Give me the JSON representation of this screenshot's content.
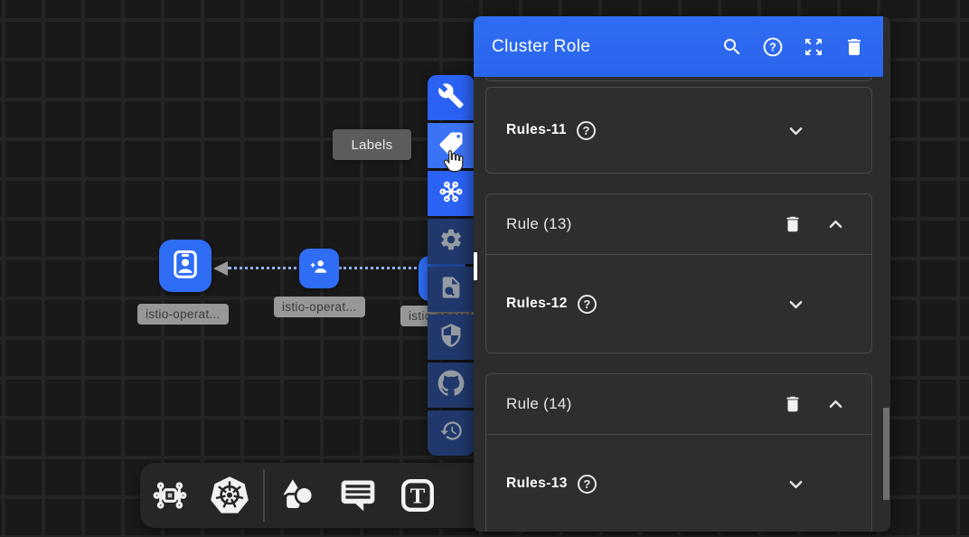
{
  "panel": {
    "title": "Cluster Role",
    "header_icons": [
      "search-icon",
      "help-icon",
      "fullscreen-icon",
      "delete-icon"
    ],
    "sections": {
      "field1": {
        "label": "Rules-11"
      },
      "rule1": {
        "title": "Rule (13)",
        "field": "Rules-12"
      },
      "rule2": {
        "title": "Rule (14)",
        "field": "Rules-13"
      }
    }
  },
  "canvas": {
    "tooltip": "Labels",
    "nodes": [
      {
        "label": "istio-operat...",
        "icon": "badge-icon"
      },
      {
        "label": "istio-operat...",
        "icon": "person-add-icon"
      },
      {
        "label": "istio-operat...",
        "icon": "hidden-behind-toolbar"
      }
    ]
  },
  "side_toolbar": {
    "items": [
      {
        "icon": "wrench-icon"
      },
      {
        "icon": "label-tag-icon",
        "tooltip": "Labels",
        "state": "hovered"
      },
      {
        "icon": "hub-icon"
      },
      {
        "icon": "gear-icon"
      },
      {
        "icon": "doc-search-icon"
      },
      {
        "icon": "shield-icon"
      },
      {
        "icon": "github-icon"
      },
      {
        "icon": "history-icon"
      }
    ]
  },
  "bottom_toolbar": {
    "items": [
      {
        "icon": "circuit-icon"
      },
      {
        "icon": "kubernetes-icon"
      },
      {
        "icon": "shapes-icon"
      },
      {
        "icon": "comment-icon"
      },
      {
        "icon": "text-tool-icon",
        "glyph": "T"
      }
    ]
  },
  "colors": {
    "header_blue": "#2c69f1",
    "toolbar_blue": "#2a62f4",
    "toolbar_navy": "#20386b",
    "node_blue": "#2e6df4",
    "canvas_bg": "#191919",
    "panel_bg": "#2c2c2c",
    "card_border": "#4b4b4b"
  }
}
